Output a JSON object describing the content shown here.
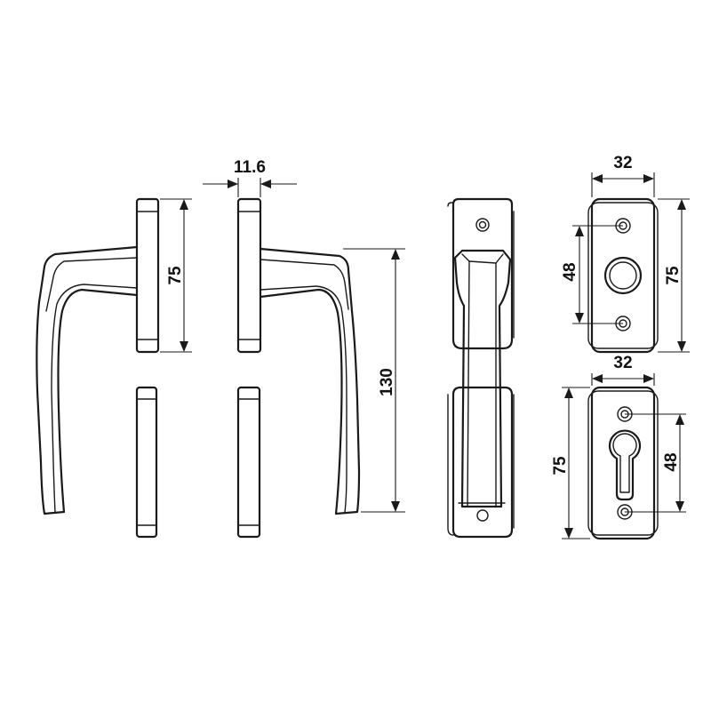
{
  "dimensions": {
    "handle_rose_thickness": "11.6",
    "handle_rose_height": "75",
    "handle_height": "130",
    "top_plate_width": "32",
    "top_plate_height": "75",
    "top_plate_hole_spacing": "48",
    "bottom_plate_width": "32",
    "bottom_plate_height": "75",
    "bottom_plate_hole_spacing": "48"
  },
  "colors": {
    "line": "#1a1a1a",
    "background": "#ffffff"
  }
}
